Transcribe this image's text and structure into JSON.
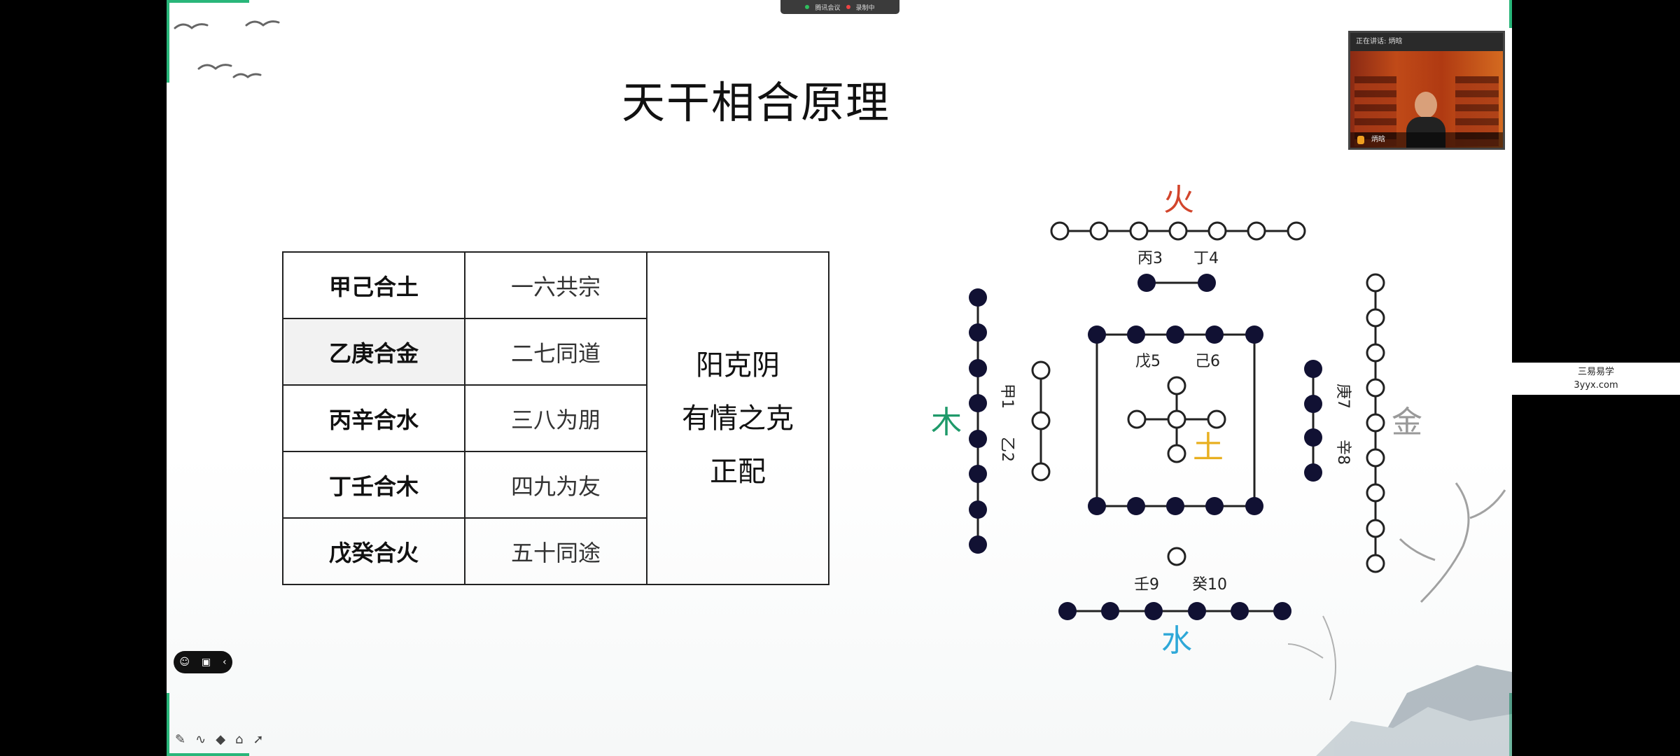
{
  "meeting_bar": {
    "app": "腾讯会议",
    "status": "录制中"
  },
  "title": "天干相合原理",
  "table": {
    "rows": [
      {
        "pair": "甲己合土",
        "saying": "一六共宗"
      },
      {
        "pair": "乙庚合金",
        "saying": "二七同道"
      },
      {
        "pair": "丙辛合水",
        "saying": "三八为朋"
      },
      {
        "pair": "丁壬合木",
        "saying": "四九为友"
      },
      {
        "pair": "戊癸合火",
        "saying": "五十同途"
      }
    ],
    "summary": [
      "阳克阴",
      "有情之克",
      "正配"
    ]
  },
  "diagram": {
    "element_fire": "火",
    "element_wood": "木",
    "element_metal": "金",
    "element_earth": "土",
    "element_water": "水",
    "label_bing3": "丙3",
    "label_ding4": "丁4",
    "label_wu5": "戊5",
    "label_ji6": "己6",
    "label_jia1": "甲1",
    "label_yi2": "乙2",
    "label_geng7": "庚7",
    "label_xin8": "辛8",
    "label_ren9": "壬9",
    "label_gui10": "癸10",
    "colors": {
      "fire": "#d2452c",
      "wood": "#1f9a6a",
      "metal": "#999999",
      "earth": "#e8b021",
      "water": "#2ea8d8",
      "dot": "#111133"
    }
  },
  "video": {
    "speaking_label": "正在讲话: 炳晗",
    "name": "炳晗"
  },
  "watermark": {
    "line1": "三易易学",
    "line2": "3yyx.com"
  },
  "icons": [
    "emoji-icon",
    "screen-share-icon",
    "collapse-chevron-icon",
    "pen-icon",
    "curve-icon",
    "eraser-icon",
    "stamp-icon",
    "pointer-icon"
  ]
}
